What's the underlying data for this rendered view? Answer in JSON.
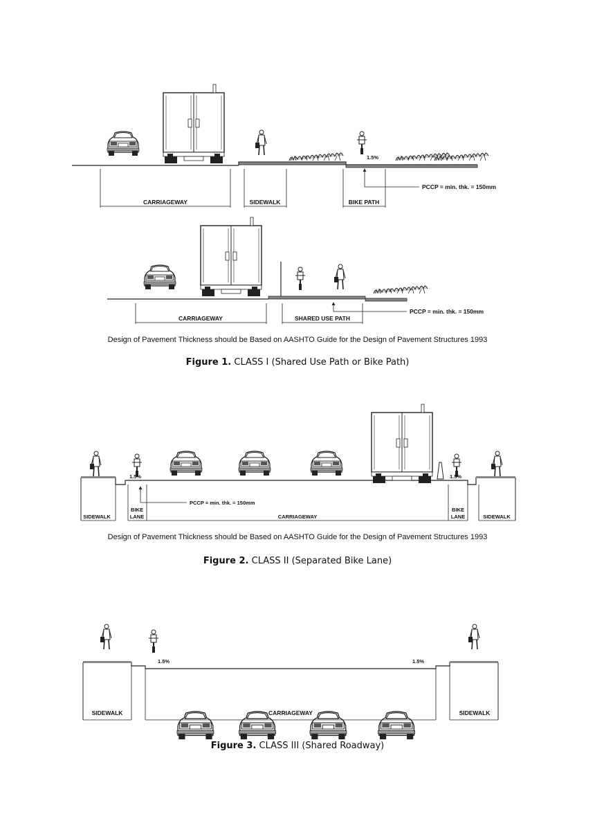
{
  "figure1": {
    "top": {
      "labels": {
        "carriageway": "CARRIAGEWAY",
        "sidewalk": "SIDEWALK",
        "bike_path": "BIKE PATH"
      },
      "slope": "1.5%",
      "pccp": "PCCP = min. thk. = 150mm"
    },
    "bottom": {
      "labels": {
        "carriageway": "CARRIAGEWAY",
        "shared_use_path": "SHARED USE PATH"
      },
      "pccp": "PCCP = min. thk. = 150mm"
    },
    "note": "Design of Pavement Thickness should be Based on AASHTO Guide for the Design of Pavement Structures 1993",
    "caption_bold": "Figure 1.",
    "caption_text": " CLASS I (Shared Use Path or Bike Path)"
  },
  "figure2": {
    "labels": {
      "sidewalk_left": "SIDEWALK",
      "bike_left_1": "BIKE",
      "bike_left_2": "LANE",
      "carriageway": "CARRIAGEWAY",
      "bike_right_1": "BIKE",
      "bike_right_2": "LANE",
      "sidewalk_right": "SIDEWALK"
    },
    "slope_left": "1.5%",
    "slope_right": "1.5%",
    "pccp": "PCCP = min. thk. = 150mm",
    "note": "Design of Pavement Thickness should be Based on AASHTO Guide for the Design of Pavement Structures 1993",
    "caption_bold": "Figure 2.",
    "caption_text": " CLASS II (Separated Bike Lane)"
  },
  "figure3": {
    "labels": {
      "sidewalk_left": "SIDEWALK",
      "carriageway": "CARRIAGEWAY",
      "sidewalk_right": "SIDEWALK"
    },
    "slope_left": "1.5%",
    "slope_right": "1.5%",
    "caption_bold": "Figure 3.",
    "caption_text": " CLASS III (Shared Roadway)"
  }
}
